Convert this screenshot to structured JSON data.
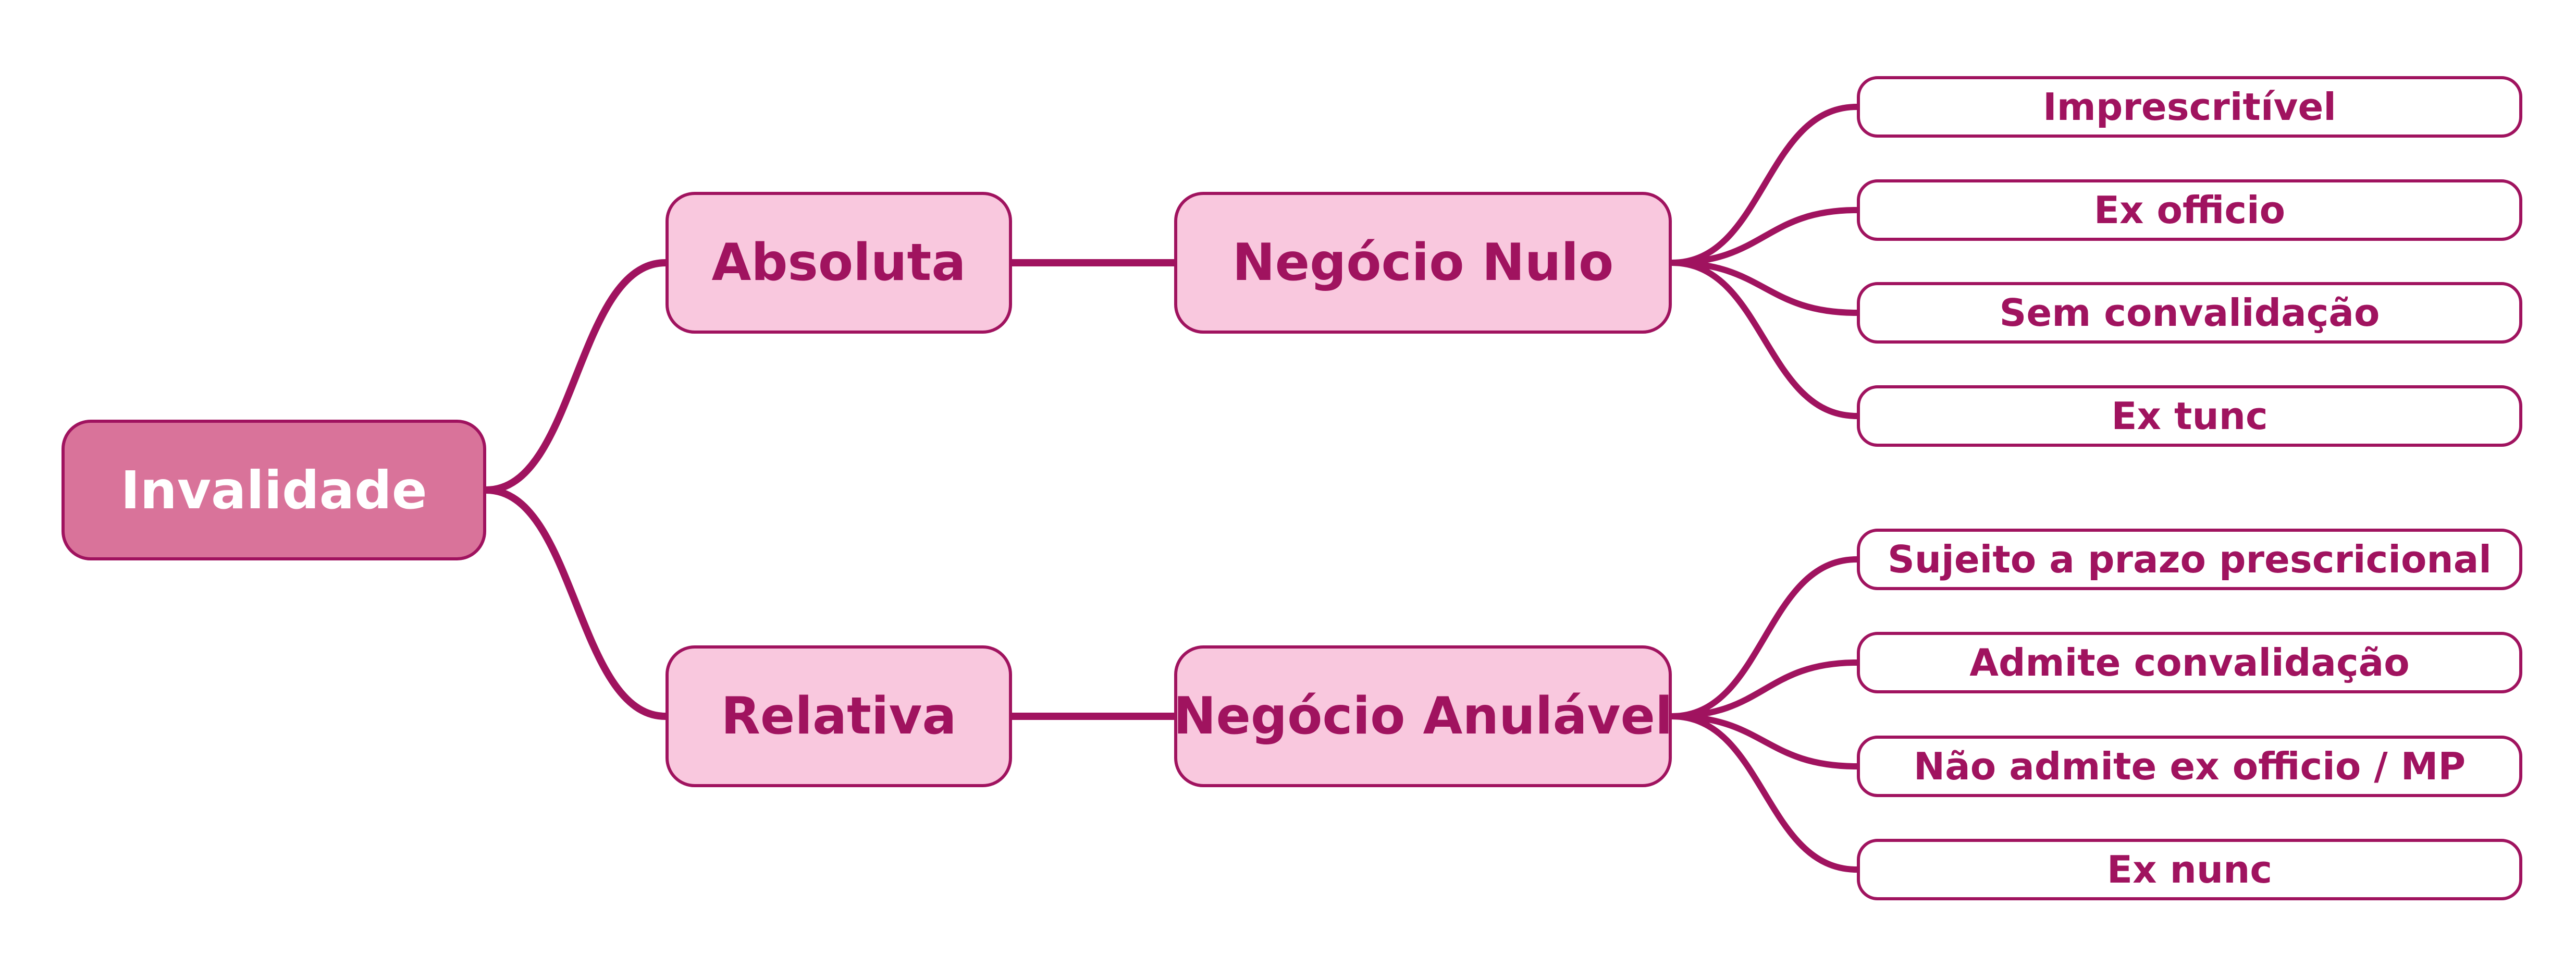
{
  "colors": {
    "accent": "#a0135f",
    "root_fill": "#d9739a",
    "node_fill": "#f9c8de",
    "leaf_fill": "#ffffff",
    "root_text": "#ffffff"
  },
  "root": {
    "label": "Invalidade"
  },
  "branches": [
    {
      "type_label": "Absoluta",
      "node_label": "Negócio Nulo",
      "leaves": [
        "Imprescritível",
        "Ex officio",
        "Sem convalidação",
        "Ex tunc"
      ]
    },
    {
      "type_label": "Relativa",
      "node_label": "Negócio Anulável",
      "leaves": [
        "Sujeito a prazo prescricional",
        "Admite convalidação",
        "Não admite ex officio / MP",
        "Ex nunc"
      ]
    }
  ]
}
